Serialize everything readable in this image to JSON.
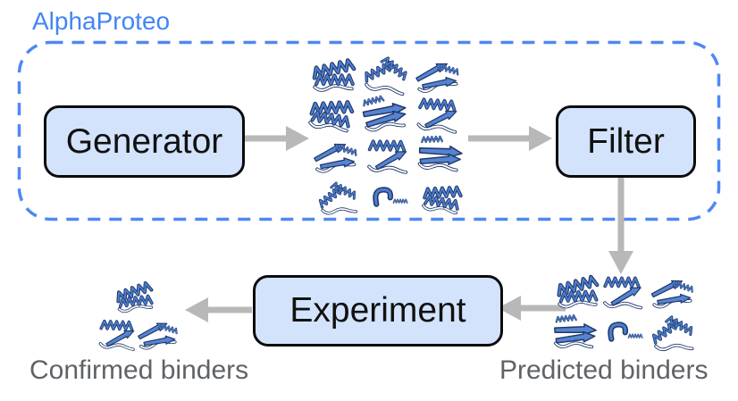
{
  "frame": {
    "title": "AlphaProteo"
  },
  "boxes": {
    "generator": "Generator",
    "filter": "Filter",
    "experiment": "Experiment"
  },
  "captions": {
    "predicted": "Predicted binders",
    "confirmed": "Confirmed binders"
  },
  "clusters": {
    "generated_count": 12,
    "predicted_count": 6,
    "confirmed_count": 3
  },
  "colors": {
    "accent_blue": "#4285f4",
    "frame_dash_blue": "#4f88f0",
    "box_fill": "#d3e3fc",
    "box_border": "#0b0b0b",
    "arrow_gray": "#b8b8b8",
    "caption_gray": "#5f6368",
    "protein_blue": "#4c7ecf",
    "protein_dark": "#22396b"
  }
}
